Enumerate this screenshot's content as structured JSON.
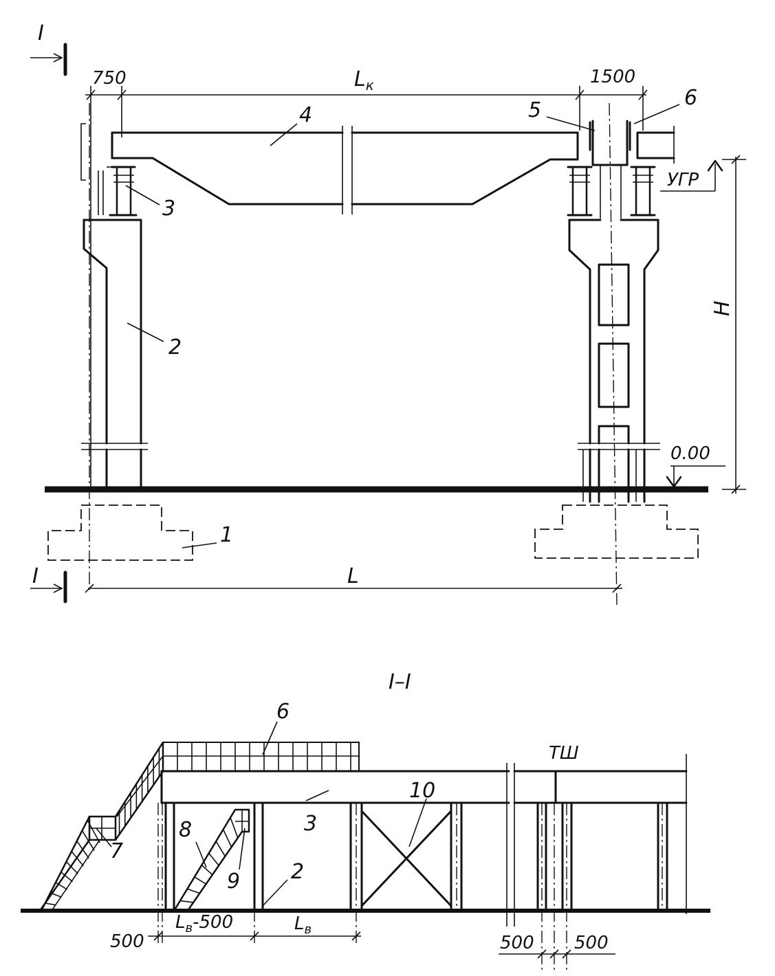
{
  "section": {
    "marker": "I",
    "title": "I–I"
  },
  "dimensions": {
    "d750": "750",
    "d1500": "1500",
    "lk": "L",
    "lk_sub": "к",
    "l": "L",
    "h": "H",
    "ugr": "УГР",
    "zero": "0.00",
    "d500": "500",
    "lb_minus": "L",
    "lb_minus_sub": "в",
    "lb_minus_tail": "-500",
    "lb": "L",
    "lb_sub": "в",
    "tsh": "ТШ"
  },
  "callouts": [
    "1",
    "2",
    "3",
    "4",
    "5",
    "6",
    "7",
    "8",
    "9",
    "10"
  ]
}
